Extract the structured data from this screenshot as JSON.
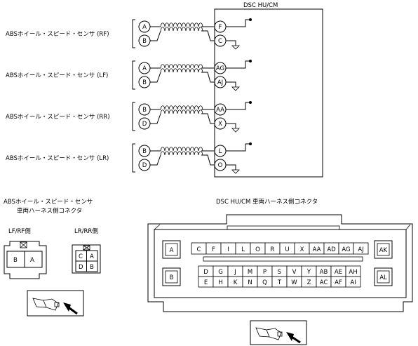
{
  "diagram": {
    "module_title": "DSC HU/CM",
    "sensors": [
      {
        "label": "ABSホイール・スピード・センサ (RF)",
        "pins": [
          "A",
          "B"
        ],
        "module_pins": [
          "F",
          "C"
        ]
      },
      {
        "label": "ABSホイール・スピード・センサ (LF)",
        "pins": [
          "A",
          "B"
        ],
        "module_pins": [
          "AG",
          "AJ"
        ]
      },
      {
        "label": "ABSホイール・スピード・センサ (RR)",
        "pins": [
          "B",
          "D"
        ],
        "module_pins": [
          "AA",
          "X"
        ]
      },
      {
        "label": "ABSホイール・スピード・センサ (LR)",
        "pins": [
          "B",
          "D"
        ],
        "module_pins": [
          "L",
          "O"
        ]
      }
    ]
  },
  "sensor_connector": {
    "title_line1": "ABSホイール・スピード・センサ",
    "title_line2": "車両ハーネス側コネクタ",
    "front": {
      "label": "LF/RF側",
      "pins": [
        "B",
        "A"
      ]
    },
    "rear": {
      "label": "LR/RR側",
      "pins": [
        "C",
        "A",
        "D",
        "B"
      ]
    }
  },
  "hu_connector": {
    "title": "DSC HU/CM 車両ハーネス側コネクタ",
    "left_blocks": [
      "A",
      "B"
    ],
    "right_blocks": [
      "AK",
      "AL"
    ],
    "top_row": [
      "C",
      "F",
      "I",
      "L",
      "O",
      "R",
      "U",
      "X",
      "AA",
      "AD",
      "AG",
      "AJ"
    ],
    "mid_row": [
      "D",
      "G",
      "J",
      "M",
      "P",
      "S",
      "V",
      "Y",
      "AB",
      "AE",
      "AH"
    ],
    "bot_row": [
      "E",
      "H",
      "K",
      "N",
      "Q",
      "T",
      "W",
      "Z",
      "AC",
      "AF",
      "AI"
    ]
  }
}
